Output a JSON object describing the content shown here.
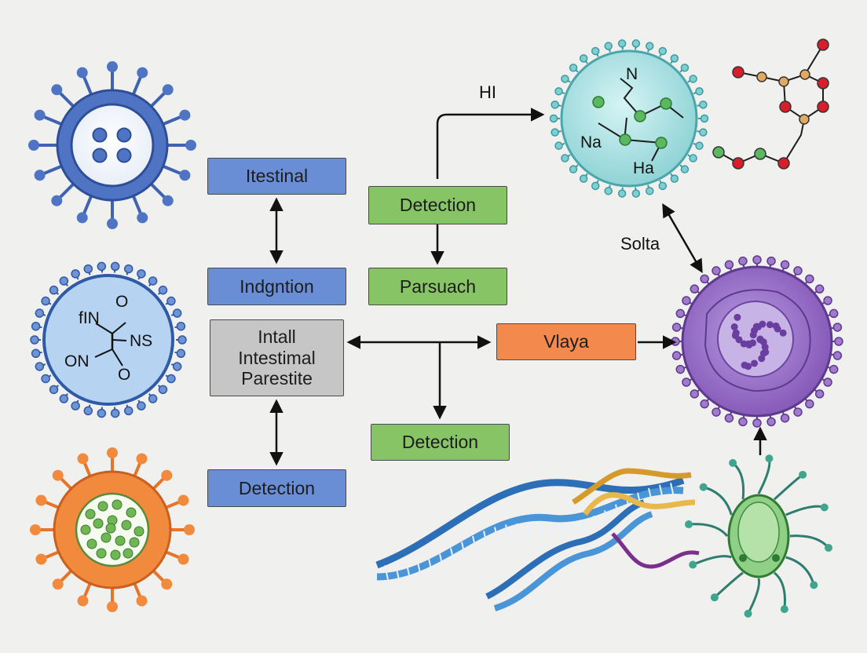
{
  "boxes": {
    "itestinal": "Itestinal",
    "indgntion": "Indgntion",
    "detection_left": "Detection",
    "center_line1": "Intall",
    "center_line2": "Intestimal",
    "center_line3": "Parestite",
    "detection_top": "Detection",
    "parsuach": "Parsuach",
    "detection_mid": "Detection",
    "vlaya": "Vlaya"
  },
  "labels": {
    "hi": "HI",
    "solta": "Solta",
    "n": "N",
    "na": "Na",
    "ha": "Ha",
    "fin": "fIN",
    "o_top": "O",
    "ns": "NS",
    "on": "ON",
    "o_bottom": "O"
  },
  "colors": {
    "box_blue": "#6a8ed6",
    "box_green": "#86c466",
    "box_orange": "#f4894d",
    "box_grey": "#c6c6c6",
    "cell_blue": "#4f74c4",
    "cell_lightblue": "#b6d3f2",
    "cell_teal": "#aee3e4",
    "cell_purple": "#9b6fc4",
    "cell_orange": "#f28a3d",
    "cell_green": "#8fcf86"
  }
}
